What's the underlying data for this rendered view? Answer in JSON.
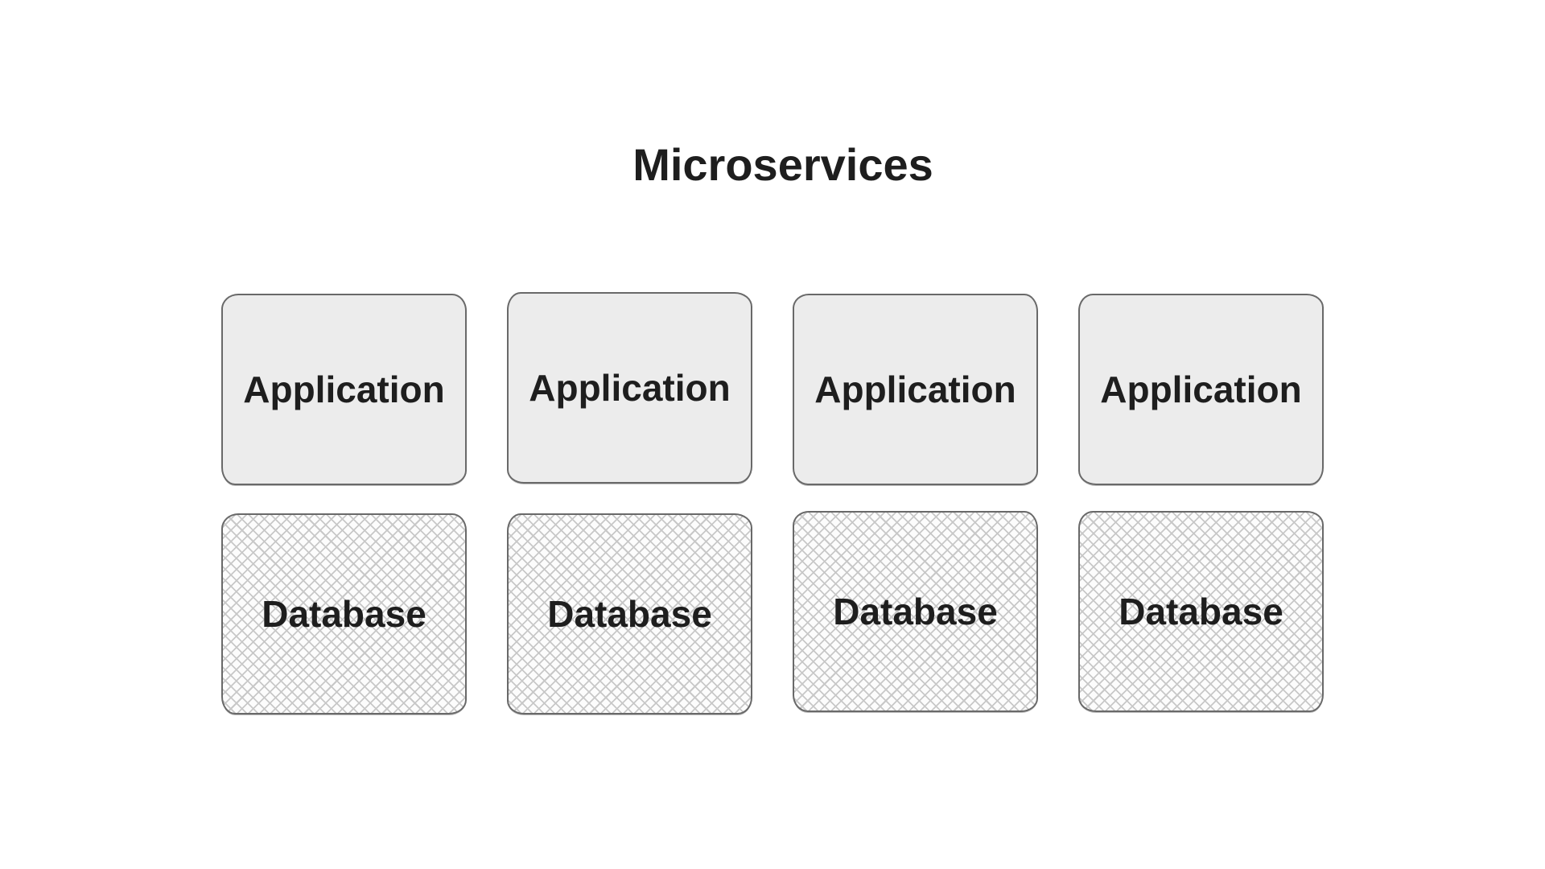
{
  "theme": {
    "background": "#ffffff",
    "stroke": "#696969",
    "app-fill": "#ececec",
    "hatch-line": "#c8c8c8",
    "hatch-bg": "#fcfcfc",
    "text": "#1e1e1e"
  },
  "diagram": {
    "title": "Microservices",
    "services": [
      {
        "application": "Application",
        "database": "Database"
      },
      {
        "application": "Application",
        "database": "Database"
      },
      {
        "application": "Application",
        "database": "Database"
      },
      {
        "application": "Application",
        "database": "Database"
      }
    ]
  }
}
